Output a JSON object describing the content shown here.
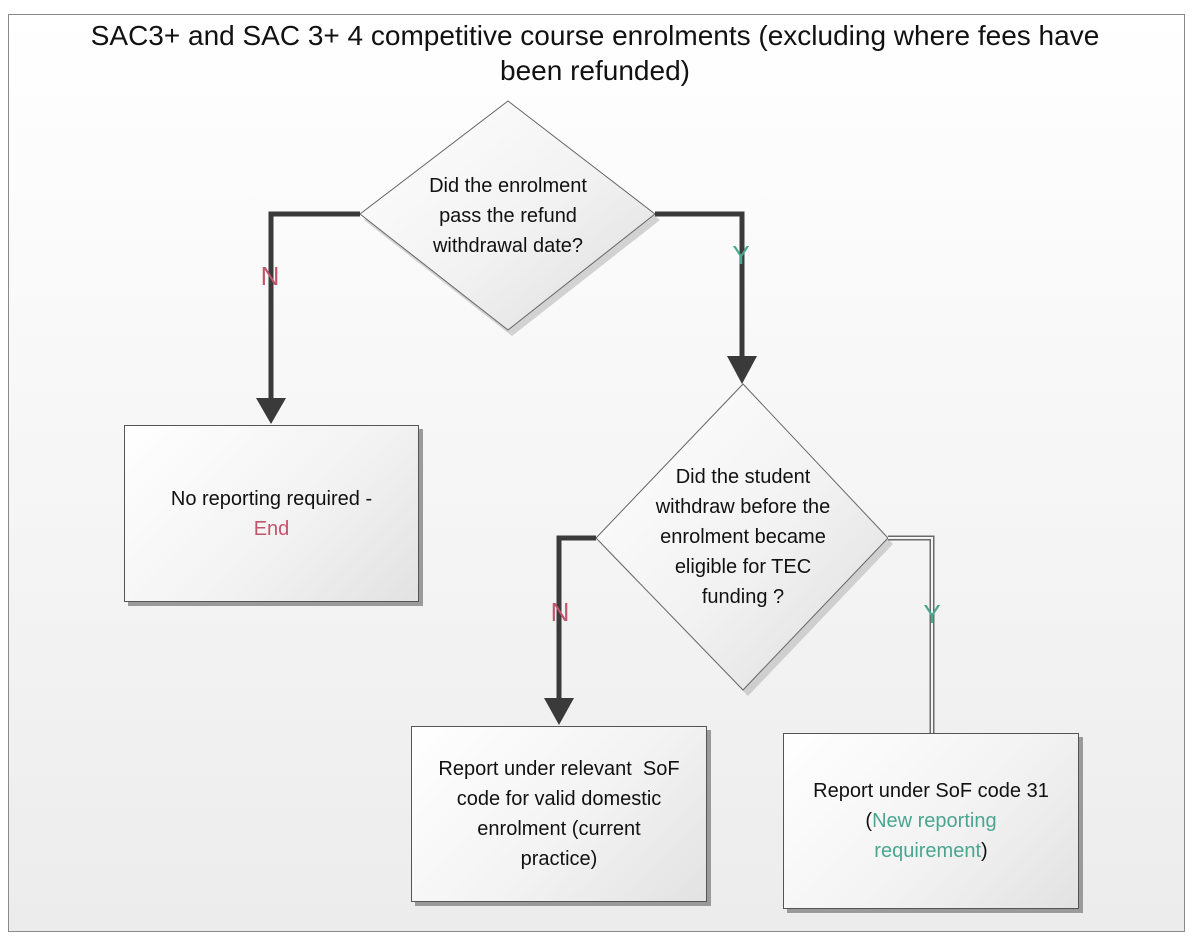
{
  "title": "SAC3+ and SAC 3+ 4 competitive course enrolments (excluding where fees have been refunded)",
  "decision1": {
    "lines": [
      "Did the enrolment",
      "pass the refund",
      "withdrawal date?"
    ]
  },
  "decision2": {
    "lines": [
      "Did the student",
      "withdraw before the",
      "enrolment became",
      "eligible for TEC",
      "funding ?"
    ]
  },
  "branches": {
    "d1_no": "N",
    "d1_yes": "Y",
    "d2_no": "N",
    "d2_yes": "Y"
  },
  "box_no_reporting": {
    "text": "No reporting required -",
    "end": "End"
  },
  "box_relevant": {
    "lines": [
      "Report under relevant  SoF",
      "code for valid domestic",
      "enrolment (current",
      "practice)"
    ]
  },
  "box_code31": {
    "line1": "Report under SoF code 31",
    "open_paren": "(",
    "highlight1": "New reporting",
    "highlight2": "requirement",
    "close_paren": ")"
  },
  "colors": {
    "no_label": "#c0566b",
    "yes_label": "#4aa68f",
    "arrow": "#3a3a3a",
    "border": "#555555"
  }
}
